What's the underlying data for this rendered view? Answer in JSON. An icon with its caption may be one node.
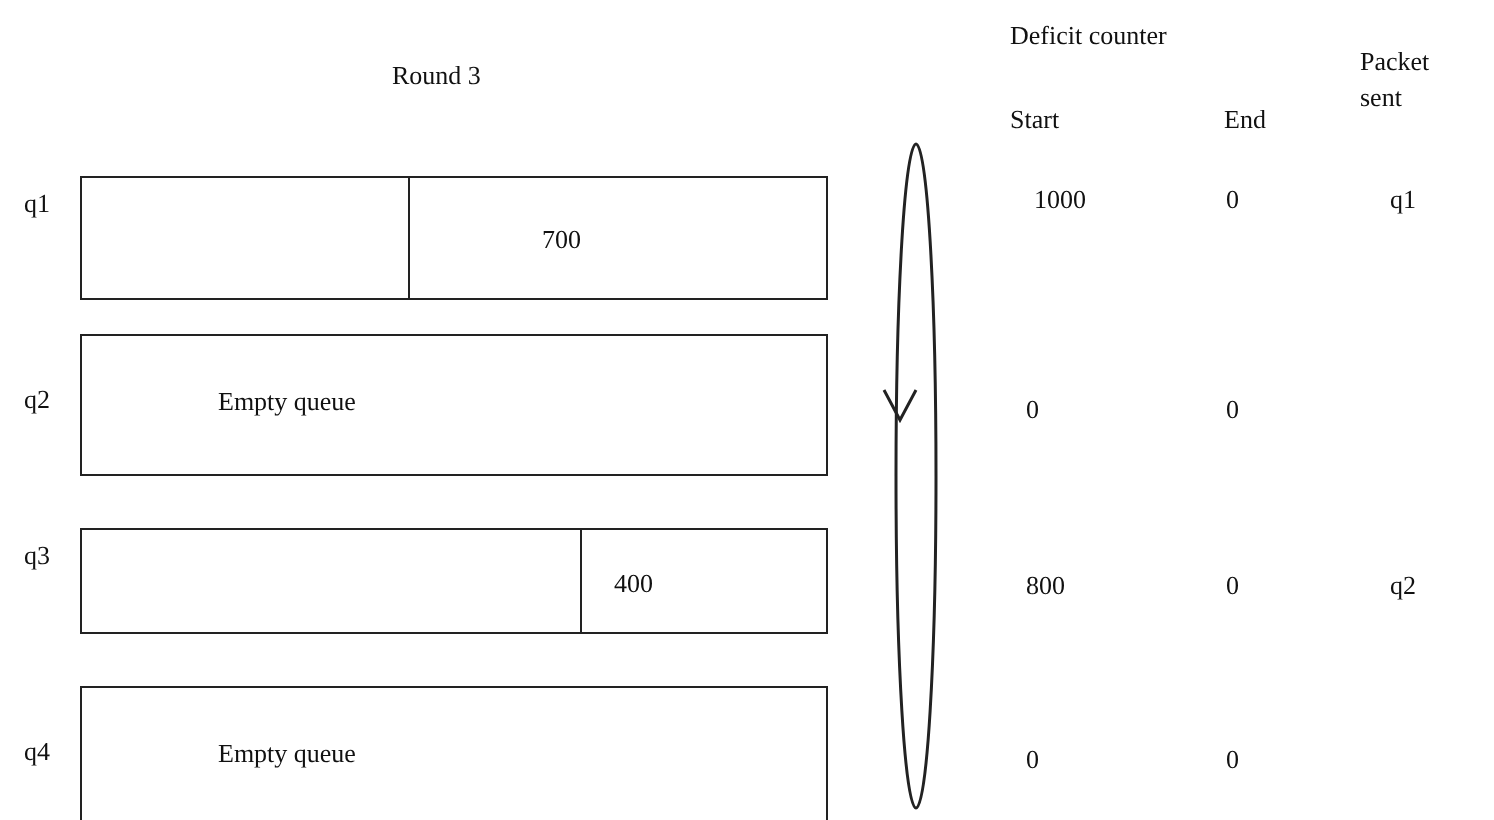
{
  "diagram": {
    "title": "Round 3",
    "nodes": [
      {
        "text": [
          "700"
        ],
        "beside": [
          "q1"
        ]
      },
      {
        "text": [
          "Empty queue"
        ],
        "beside": [
          "q2"
        ]
      },
      {
        "text": [
          "400"
        ],
        "beside": [
          "q3"
        ]
      },
      {
        "text": [
          "Empty queue"
        ],
        "beside": [
          "q4"
        ]
      }
    ],
    "edges": [],
    "labels": [
      "Deficit counter",
      "Packet sent",
      "Start",
      "End",
      "1000",
      "0",
      "q1",
      "0",
      "0",
      "800",
      "0",
      "q2",
      "0",
      "0"
    ]
  }
}
